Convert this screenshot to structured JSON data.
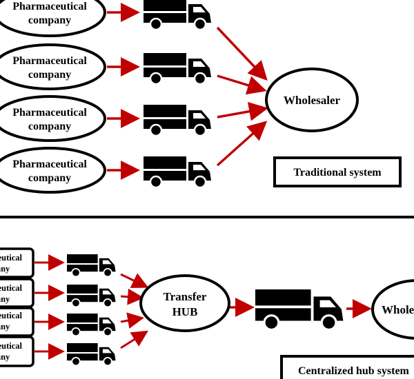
{
  "colors": {
    "arrow": "#c00000",
    "ink": "#000000",
    "background": "#ffffff"
  },
  "traditional": {
    "companies": [
      {
        "line1": "Pharmaceutical",
        "line2": "company"
      },
      {
        "line1": "Pharmaceutical",
        "line2": "company"
      },
      {
        "line1": "Pharmaceutical",
        "line2": "company"
      },
      {
        "line1": "Pharmaceutical",
        "line2": "company"
      }
    ],
    "wholesaler": "Wholesaler",
    "label": "Traditional system"
  },
  "hub": {
    "companies": [
      {
        "line1": "Pharmaceutical",
        "line2": "company"
      },
      {
        "line1": "Pharmaceutical",
        "line2": "company"
      },
      {
        "line1": "Pharmaceutical",
        "line2": "company"
      },
      {
        "line1": "Pharmaceutical",
        "line2": "company"
      }
    ],
    "hub_line1": "Transfer",
    "hub_line2": "HUB",
    "wholesaler": "Wholesaler",
    "label": "Centralized hub system"
  },
  "icons": {
    "vehicle": "truck-icon"
  }
}
